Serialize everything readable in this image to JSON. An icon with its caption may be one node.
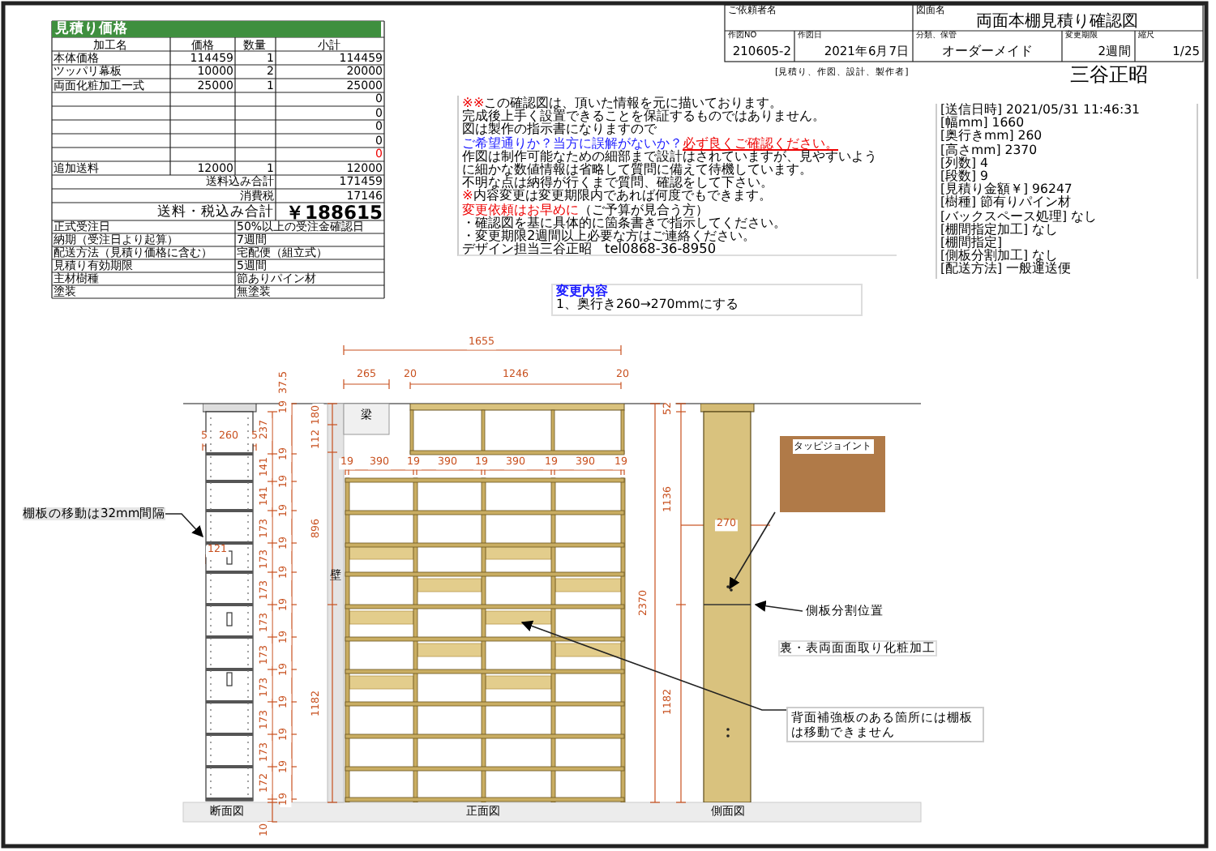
{
  "diagram": {
    "title": "両面本棚見積り確認図",
    "nodes": [
      {
        "text": [
          "棚板の移動は32mm間隔"
        ]
      },
      {
        "text": [],
        "shape": "picture",
        "beside": [
          "断面図"
        ]
      },
      {
        "text": [],
        "shape": "picture",
        "beside": [
          "正面図"
        ]
      },
      {
        "text": [],
        "shape": "picture",
        "beside": [
          "側面図"
        ]
      },
      {
        "text": [
          "タッピジョイント"
        ]
      },
      {
        "text": [
          "側板分割位置"
        ]
      },
      {
        "text": [
          "背面補強板のある箇所には棚板は移動できません"
        ]
      }
    ],
    "edges": [
      {
        "from": 0,
        "to": 1,
        "arrow": "to"
      },
      {
        "from": 4,
        "to": 3,
        "arrow": "to"
      },
      {
        "from": 5,
        "to": 3,
        "arrow": "to"
      },
      {
        "from": 6,
        "to": 2,
        "arrow": "to"
      }
    ],
    "labels": [
      "見積り価格",
      "加工名",
      "価格",
      "数量",
      "小計",
      "本体価格",
      "114459",
      "1",
      "114459",
      "ツッパリ幕板",
      "10000",
      "2",
      "20000",
      "両面化粧加工一式",
      "25000",
      "1",
      "25000",
      "0",
      "0",
      "0",
      "0",
      "0",
      "追加送料",
      "12000",
      "1",
      "12000",
      "送料込み合計",
      "171459",
      "消費税",
      "17146",
      "送料・税込み合計",
      "￥188615",
      "正式受注日",
      "50%以上の受注金確認日",
      "納期（受注日より起算）",
      "7週間",
      "配送方法（見積り価格に含む）",
      "宅配便（組立式）",
      "見積り有効期限",
      "5週間",
      "主材樹種",
      "節ありパイン材",
      "塗装",
      "無塗装",
      "ご依頼者名",
      "図面名",
      "作図NO",
      "210605-2",
      "作図日",
      "2021年6月7日",
      "分類、保管",
      "オーダーメイド",
      "変更期限",
      "2週間",
      "縮尺",
      "1/25",
      "[見積り、作図、設計、製作者]",
      "三谷正昭",
      "※※",
      "この確認図は、頂いた情報を元に描いております。",
      "完成後上手く設置できることを保証するものではありません。",
      "図は製作の指示書になりますので",
      "ご希望通りか？当方に誤解がないか？",
      "必ず良くご確認ください。",
      "作図は制作可能なための細部まで設計はされていますが、見やすいよう",
      "に細かな数値情報は省略して質問に備えて待機しています。",
      "不明な点は納得が行くまで質問、確認をして下さい。",
      "※",
      "内容変更は変更期限内であれば何度でもできます。",
      "変更依頼はお早めに",
      "（ご予算が見合う方）",
      "・確認図を基に具体的に箇条書きで指示してください。",
      "・変更期限2週間以上必要な方はご連絡ください。",
      "デザイン担当三谷正昭　tel0868-36-8950",
      "[送信日時] 2021/05/31 11:46:31",
      "[幅mm] 1660",
      "[奥行きmm] 260",
      "[高さmm] 2370",
      "[列数] 4",
      "[段数] 9",
      "[見積り金額￥] 96247",
      "[樹種] 節有りパイン材",
      "[バックスペース処理] なし",
      "[棚間指定加工] なし",
      "[棚間指定]",
      "[側板分割加工] なし",
      "[配送方法] 一般運送便",
      "変更内容",
      "1、奥行き260→270mmにする",
      "梁",
      "壁",
      "裏・表両面面取り化粧加工",
      "1655",
      "265",
      "20",
      "1246",
      "20",
      "19",
      "390",
      "19",
      "390",
      "19",
      "390",
      "19",
      "390",
      "19",
      "180",
      "112",
      "896",
      "1182",
      "52",
      "1136",
      "2370",
      "1182",
      "270",
      "5",
      "260",
      "5",
      "121",
      "37.5",
      "237",
      "141",
      "141",
      "173",
      "173",
      "173",
      "173",
      "173",
      "173",
      "173",
      "173",
      "172",
      "10",
      "19",
      "19",
      "19",
      "19",
      "19",
      "19",
      "19",
      "19",
      "19",
      "19",
      "19",
      "19",
      "19"
    ]
  }
}
